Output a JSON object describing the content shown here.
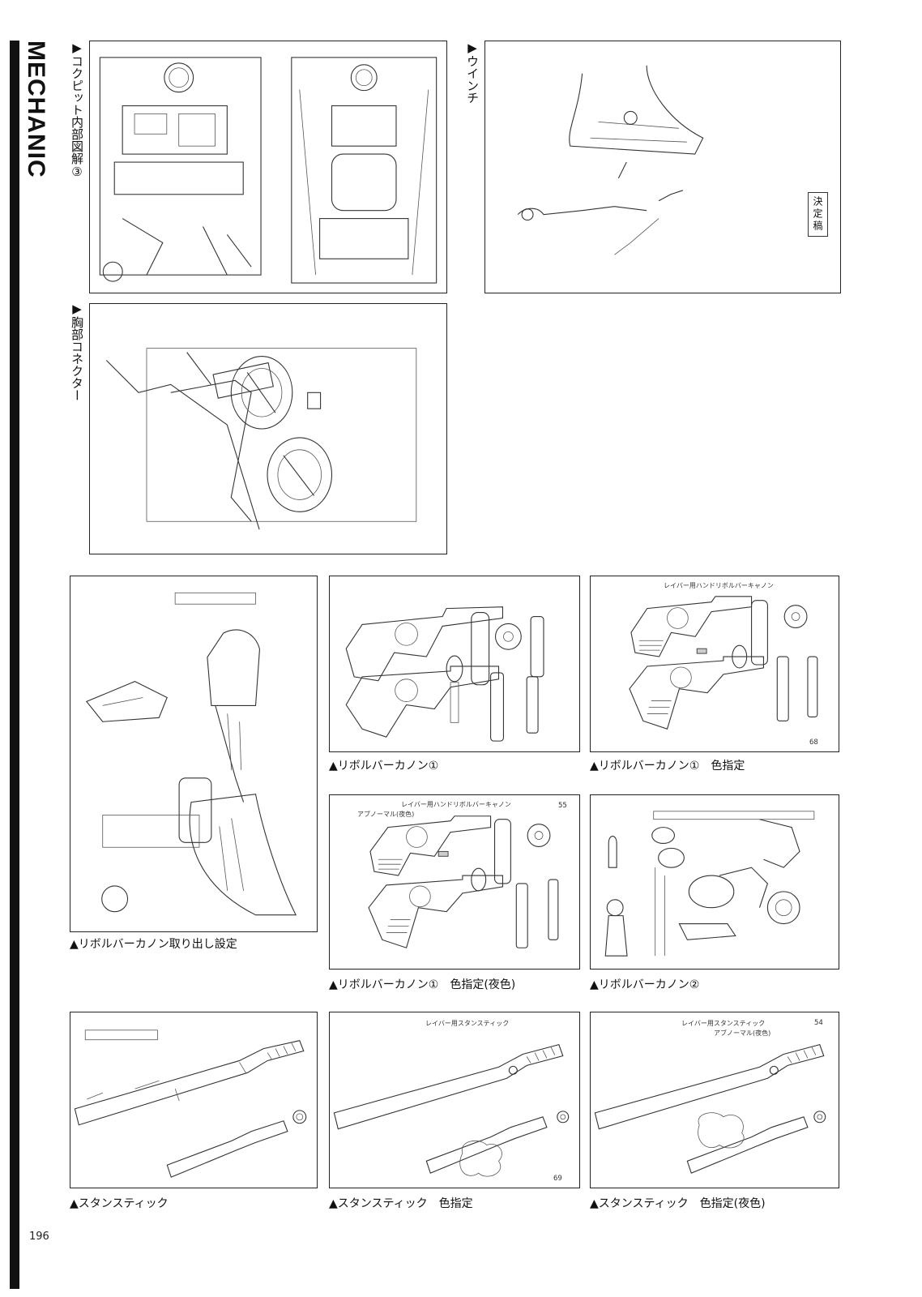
{
  "section_tag": "MECHANIC",
  "page_number": "196",
  "captions": {
    "cockpit": "▶コクピット内部図解③",
    "winch": "▶ウインチ",
    "chest": "▶胸部コネクター",
    "cannon_takeout": "▲リボルバーカノン取り出し設定",
    "cannon1": "▲リボルバーカノン①",
    "cannon1_color": "▲リボルバーカノン①　色指定",
    "cannon1_night": "▲リボルバーカノン①　色指定(夜色)",
    "cannon2": "▲リボルバーカノン②",
    "stun": "▲スタンスティック",
    "stun_color": "▲スタンスティック　色指定",
    "stun_night": "▲スタンスティック　色指定(夜色)"
  },
  "sheet_labels": {
    "cannon_color_title": "レイバー用ハンドリボルバーキャノン",
    "cannon_night_title": "レイバー用ハンドリボルバーキャノン",
    "cannon_night_sub": "アブノーマル(夜色)",
    "stun_color_title": "レイバー用スタンスティック",
    "stun_night_title": "レイバー用スタンスティック",
    "stun_night_sub": "アブノーマル(夜色)",
    "num_68": "68",
    "num_55": "55",
    "num_69": "69",
    "num_54": "54"
  },
  "winch_stamp": "決定稿"
}
